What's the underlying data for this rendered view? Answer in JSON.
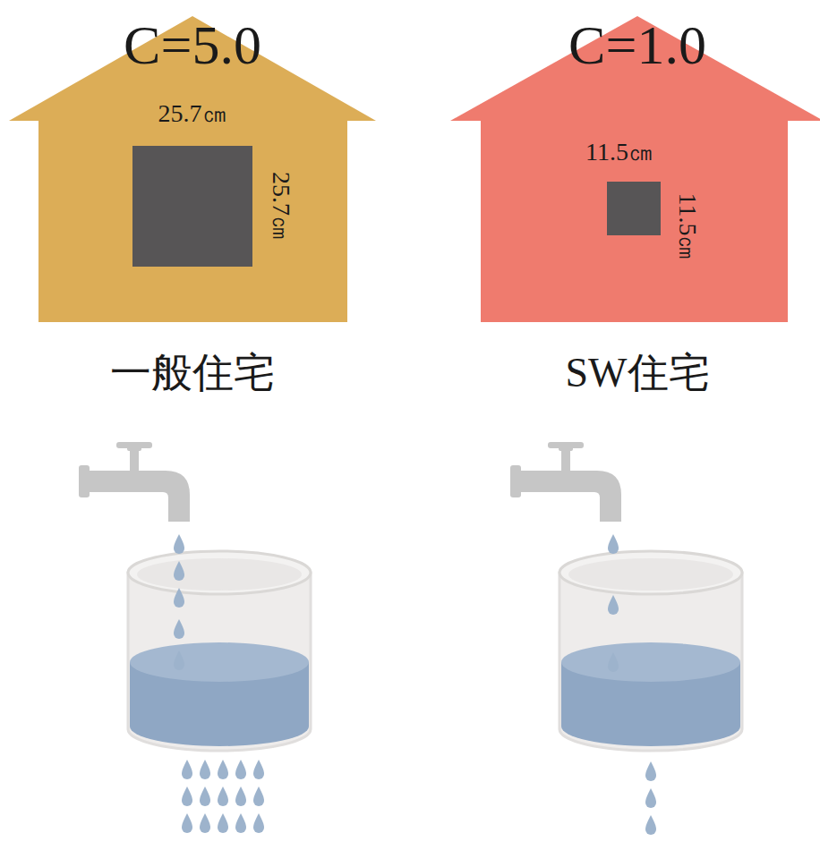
{
  "diagram": {
    "nodes": [
      {
        "text": [
          "C=5.0",
          "一般住宅"
        ]
      },
      {
        "text": [
          "C=1.0",
          "SW住宅"
        ]
      }
    ],
    "labels": [
      "25.7㎝",
      "25.7㎝",
      "11.5㎝",
      "11.5㎝"
    ]
  }
}
